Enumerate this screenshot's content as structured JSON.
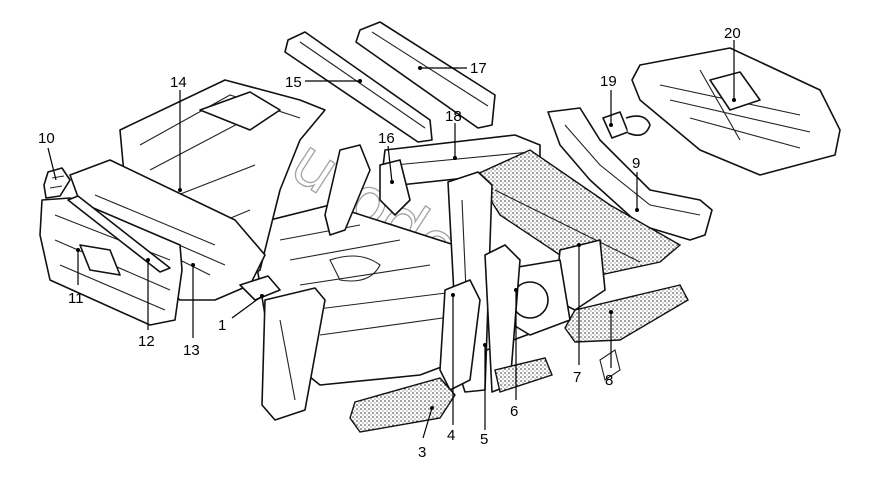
{
  "callouts": [
    {
      "id": "1",
      "label": "1"
    },
    {
      "id": "3",
      "label": "3"
    },
    {
      "id": "4",
      "label": "4"
    },
    {
      "id": "5",
      "label": "5"
    },
    {
      "id": "6",
      "label": "6"
    },
    {
      "id": "7",
      "label": "7"
    },
    {
      "id": "8",
      "label": "8"
    },
    {
      "id": "9",
      "label": "9"
    },
    {
      "id": "10",
      "label": "10"
    },
    {
      "id": "11",
      "label": "11"
    },
    {
      "id": "12",
      "label": "12"
    },
    {
      "id": "13",
      "label": "13"
    },
    {
      "id": "14",
      "label": "14"
    },
    {
      "id": "15",
      "label": "15"
    },
    {
      "id": "16",
      "label": "16"
    },
    {
      "id": "17",
      "label": "17"
    },
    {
      "id": "18",
      "label": "18"
    },
    {
      "id": "19",
      "label": "19"
    },
    {
      "id": "20",
      "label": "20"
    }
  ],
  "watermark": {
    "text": "Autodoc"
  },
  "colors": {
    "line": "#000000",
    "background": "#ffffff"
  }
}
